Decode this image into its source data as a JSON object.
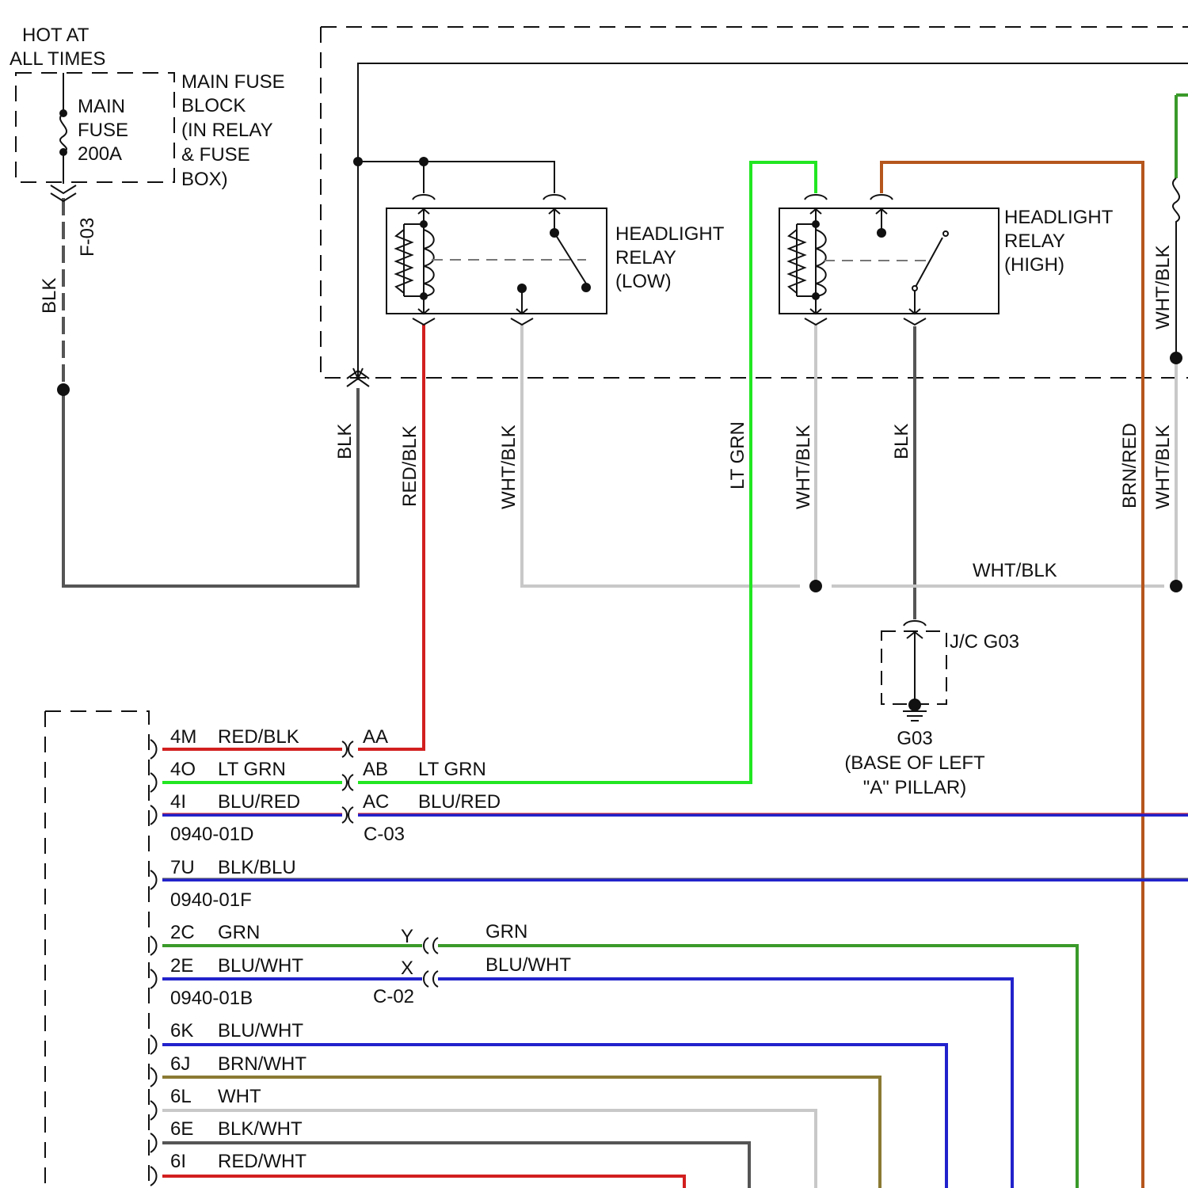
{
  "colors": {
    "blk": "#555555",
    "red": "#d21f1f",
    "wht": "#c8c8c8",
    "ltgrn": "#22e622",
    "brn": "#b5561d",
    "blu": "#2222cc",
    "grn": "#3a9a2a",
    "olive": "#8a7a33",
    "ink": "#111111"
  },
  "power": {
    "line1": "HOT AT",
    "line2": "ALL TIMES"
  },
  "main_fuse": {
    "line1": "MAIN",
    "line2": "FUSE",
    "line3": "200A"
  },
  "fuse_block": {
    "line1": "MAIN FUSE",
    "line2": "BLOCK",
    "line3": "(IN RELAY",
    "line4": "& FUSE",
    "line5": "BOX)"
  },
  "relay_low": {
    "line1": "HEADLIGHT",
    "line2": "RELAY",
    "line3": "(LOW)"
  },
  "relay_high": {
    "line1": "HEADLIGHT",
    "line2": "RELAY",
    "line3": "(HIGH)"
  },
  "wires": {
    "f03": "F-03",
    "blk_left": "BLK",
    "blk_mid": "BLK",
    "red_blk": "RED/BLK",
    "wht_blk_1": "WHT/BLK",
    "lt_grn": "LT GRN",
    "wht_blk_2": "WHT/BLK",
    "blk_right": "BLK",
    "brn_red": "BRN/RED",
    "wht_blk_3": "WHT/BLK",
    "wht_blk_4": "WHT/BLK",
    "wht_blk_h": "WHT/BLK"
  },
  "ground": {
    "jc": "J/C G03",
    "name": "G03",
    "loc1": "(BASE OF LEFT",
    "loc2": "\"A\" PILLAR)"
  },
  "connector_c03": {
    "name": "C-03",
    "pins": [
      {
        "pin": "AA",
        "wire": ""
      },
      {
        "pin": "AB",
        "wire": "LT GRN"
      },
      {
        "pin": "AC",
        "wire": "BLU/RED"
      }
    ]
  },
  "connector_c02": {
    "name": "C-02",
    "pins": [
      {
        "pin": "Y",
        "wire": "GRN"
      },
      {
        "pin": "X",
        "wire": "BLU/WHT"
      }
    ]
  },
  "harness": {
    "groups": [
      {
        "connector": "0940-01D",
        "pins": [
          {
            "pin": "4M",
            "wire": "RED/BLK"
          },
          {
            "pin": "4O",
            "wire": "LT GRN"
          },
          {
            "pin": "4I",
            "wire": "BLU/RED"
          }
        ]
      },
      {
        "connector": "0940-01F",
        "pins": [
          {
            "pin": "7U",
            "wire": "BLK/BLU"
          }
        ]
      },
      {
        "connector": "0940-01B",
        "pins": [
          {
            "pin": "2C",
            "wire": "GRN"
          },
          {
            "pin": "2E",
            "wire": "BLU/WHT"
          }
        ]
      }
    ],
    "tail": [
      {
        "pin": "6K",
        "wire": "BLU/WHT"
      },
      {
        "pin": "6J",
        "wire": "BRN/WHT"
      },
      {
        "pin": "6L",
        "wire": "WHT"
      },
      {
        "pin": "6E",
        "wire": "BLK/WHT"
      },
      {
        "pin": "6I",
        "wire": "RED/WHT"
      }
    ]
  }
}
